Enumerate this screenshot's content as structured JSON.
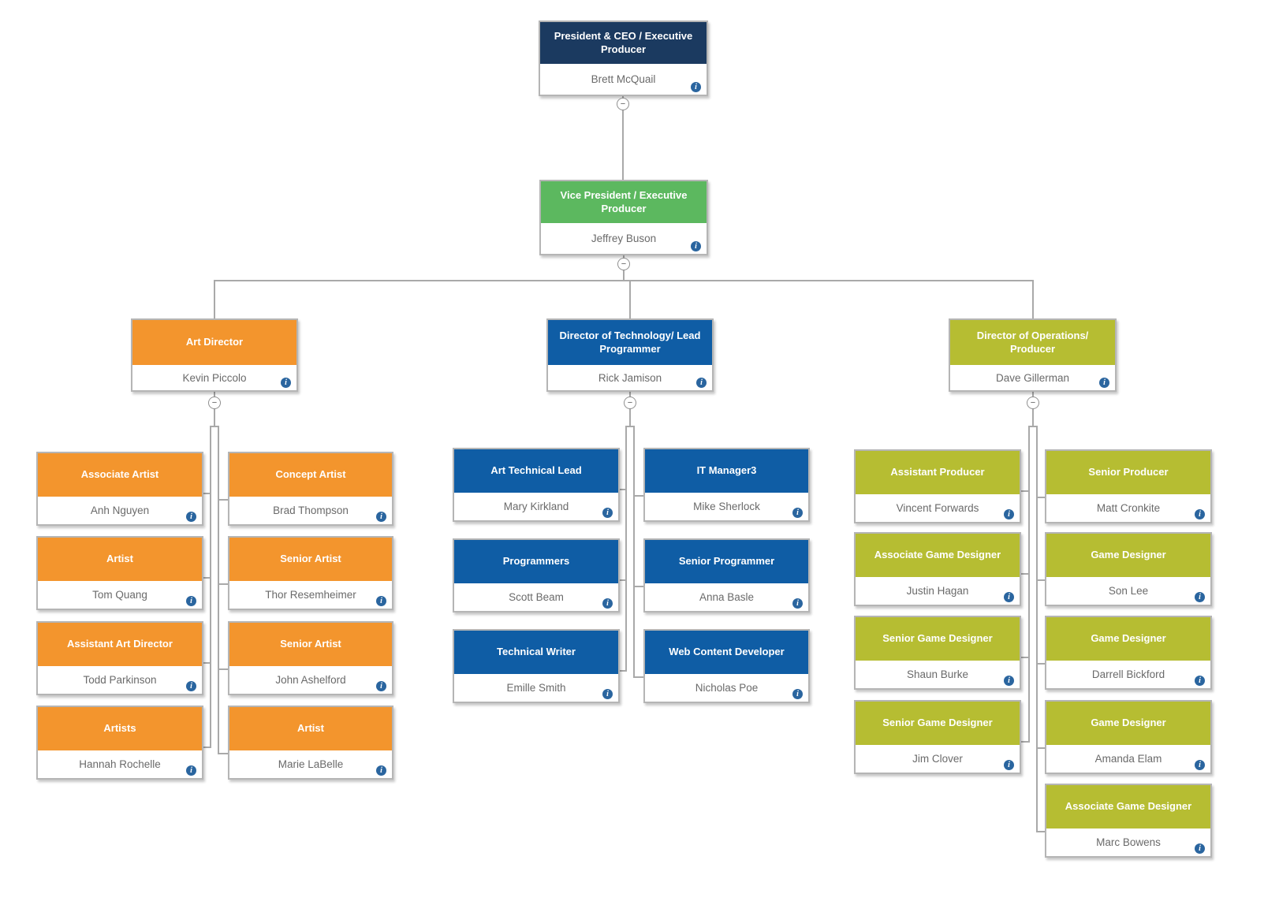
{
  "icons": {
    "info": "i",
    "collapse": "−"
  },
  "colors": {
    "ceo_header": "#1b3a60",
    "vp_header": "#5cb85f",
    "art_header": "#f3952d",
    "tech_header": "#0f5da5",
    "ops_header": "#b6bd32",
    "connector": "#a9a9a9",
    "info_icon": "#2a659f"
  },
  "nodes": {
    "ceo": {
      "title": "President & CEO / Executive Producer",
      "name": "Brett McQuail"
    },
    "vp": {
      "title": "Vice President / Executive Producer",
      "name": "Jeffrey Buson"
    },
    "art": {
      "title": "Art Director",
      "name": "Kevin Piccolo"
    },
    "tech": {
      "title": "Director of Technology/ Lead Programmer",
      "name": "Rick Jamison"
    },
    "ops": {
      "title": "Director of Operations/ Producer",
      "name": "Dave Gillerman"
    }
  },
  "art_team": [
    {
      "title": "Associate Artist",
      "name": "Anh Nguyen"
    },
    {
      "title": "Concept Artist",
      "name": "Brad Thompson"
    },
    {
      "title": "Artist",
      "name": "Tom Quang"
    },
    {
      "title": "Senior Artist",
      "name": "Thor Resemheimer"
    },
    {
      "title": "Assistant Art Director",
      "name": "Todd Parkinson"
    },
    {
      "title": "Senior Artist",
      "name": "John Ashelford"
    },
    {
      "title": "Artists",
      "name": "Hannah Rochelle"
    },
    {
      "title": "Artist",
      "name": "Marie LaBelle"
    }
  ],
  "tech_team": [
    {
      "title": "Art Technical Lead",
      "name": "Mary Kirkland"
    },
    {
      "title": "IT Manager3",
      "name": "Mike Sherlock"
    },
    {
      "title": "Programmers",
      "name": "Scott Beam"
    },
    {
      "title": "Senior Programmer",
      "name": "Anna Basle"
    },
    {
      "title": "Technical Writer",
      "name": "Emille Smith"
    },
    {
      "title": "Web Content Developer",
      "name": "Nicholas Poe"
    }
  ],
  "ops_team": [
    {
      "title": "Assistant Producer",
      "name": "Vincent Forwards"
    },
    {
      "title": "Senior Producer",
      "name": "Matt Cronkite"
    },
    {
      "title": "Associate Game Designer",
      "name": "Justin Hagan"
    },
    {
      "title": "Game Designer",
      "name": "Son Lee"
    },
    {
      "title": "Senior Game Designer",
      "name": "Shaun Burke"
    },
    {
      "title": "Game Designer",
      "name": "Darrell Bickford"
    },
    {
      "title": "Senior Game Designer",
      "name": "Jim Clover"
    },
    {
      "title": "Game Designer",
      "name": "Amanda Elam"
    },
    {
      "title": "Associate Game Designer",
      "name": "Marc Bowens"
    }
  ]
}
